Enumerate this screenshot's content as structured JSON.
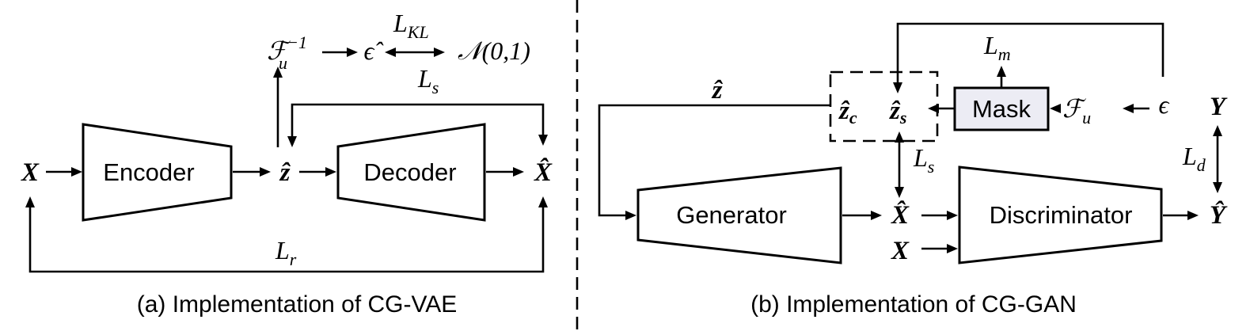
{
  "panel_a": {
    "caption": "(a) Implementation of CG-VAE",
    "blocks": {
      "encoder": "Encoder",
      "decoder": "Decoder"
    },
    "symbols": {
      "x": "X",
      "z_hat": "ẑ",
      "x_hat": "X̂",
      "f_inv_base": "ℱ",
      "f_inv_sub": "u",
      "f_inv_sup": "−1",
      "eps_hat": "ϵ̂",
      "normal": "𝒩(0,1)",
      "l_kl_base": "L",
      "l_kl_sub": "KL",
      "l_s_base": "L",
      "l_s_sub": "s",
      "l_r_base": "L",
      "l_r_sub": "r"
    }
  },
  "panel_b": {
    "caption": "(b) Implementation of CG-GAN",
    "blocks": {
      "generator": "Generator",
      "discriminator": "Discriminator",
      "mask": "Mask"
    },
    "symbols": {
      "z_hat": "ẑ",
      "z_c_base": "ẑ",
      "z_c_sub": "c",
      "z_s_base": "ẑ",
      "z_s_sub": "s",
      "f_base": "ℱ",
      "f_sub": "u",
      "eps": "ϵ",
      "y": "Y",
      "y_hat": "Ŷ",
      "x_hat": "X̂",
      "x": "X",
      "l_m_base": "L",
      "l_m_sub": "m",
      "l_s_base": "L",
      "l_s_sub": "s",
      "l_d_base": "L",
      "l_d_sub": "d"
    }
  }
}
